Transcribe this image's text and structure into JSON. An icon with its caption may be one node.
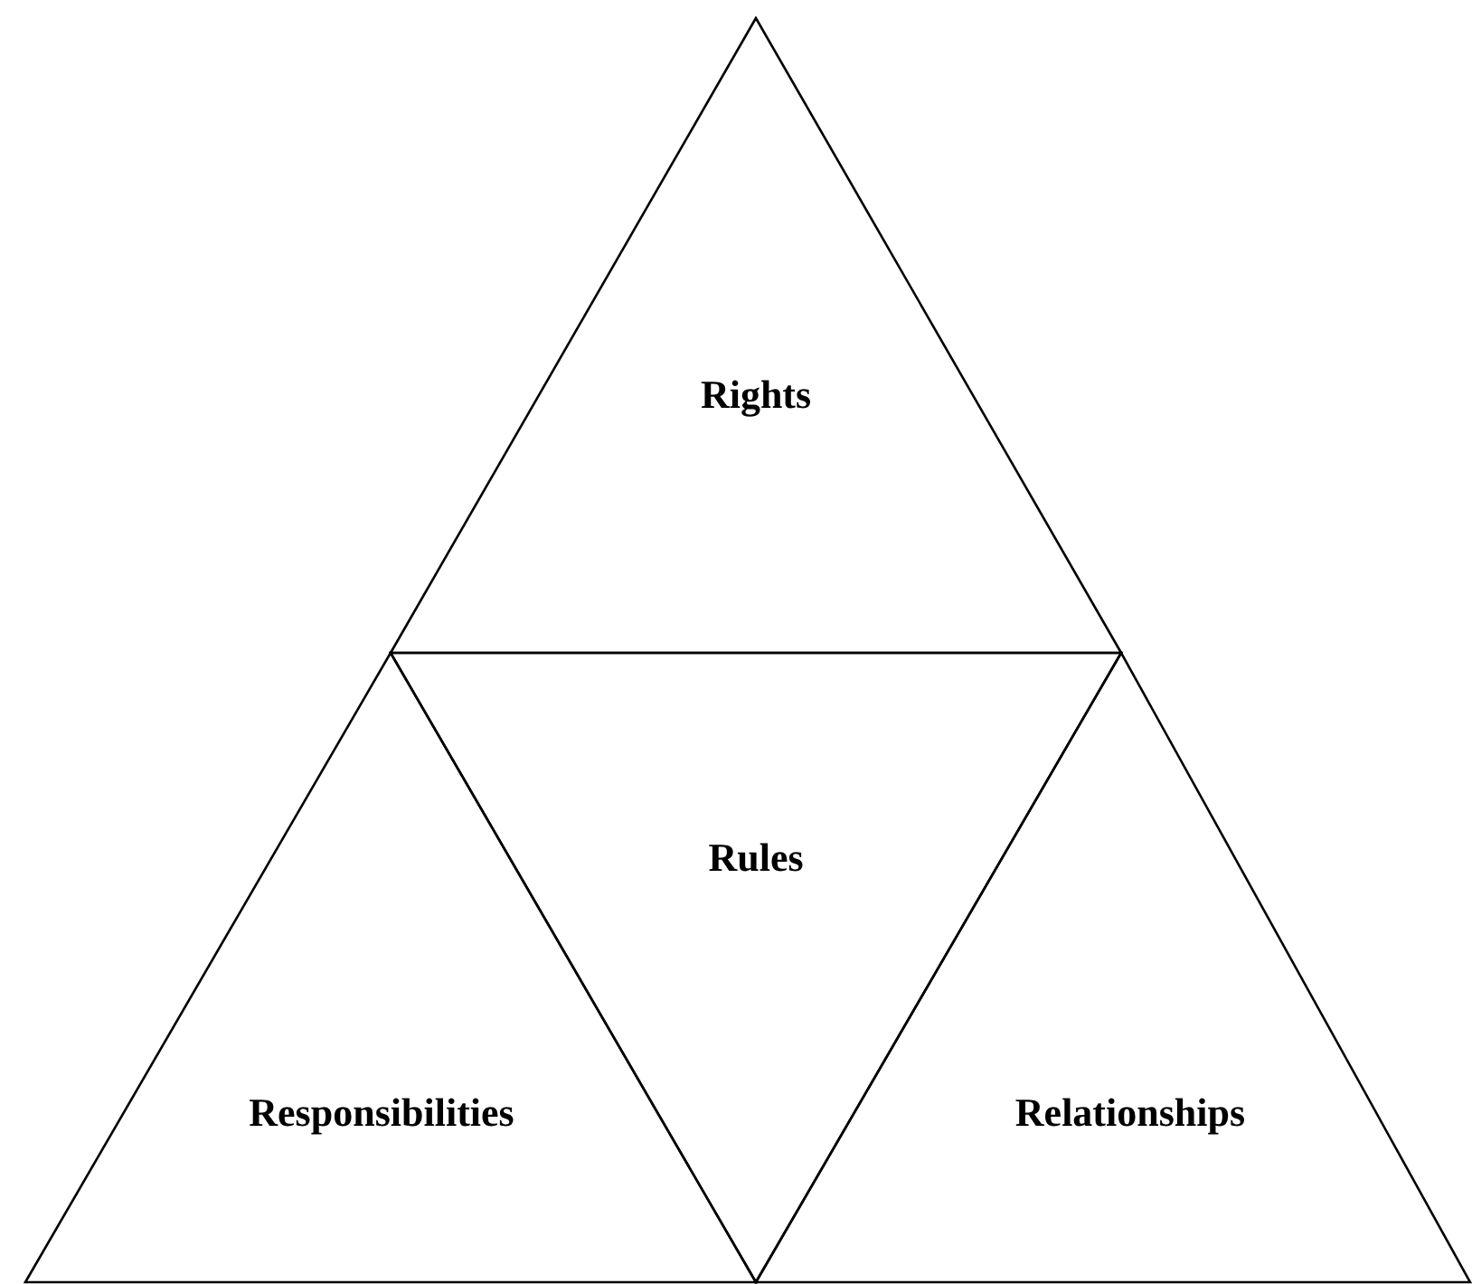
{
  "diagram": {
    "nodes": [
      {
        "text": [
          "Rights"
        ]
      },
      {
        "text": [
          "Rules"
        ]
      },
      {
        "text": [
          "Responsibilities"
        ]
      },
      {
        "text": [
          "Relationships"
        ]
      }
    ]
  }
}
